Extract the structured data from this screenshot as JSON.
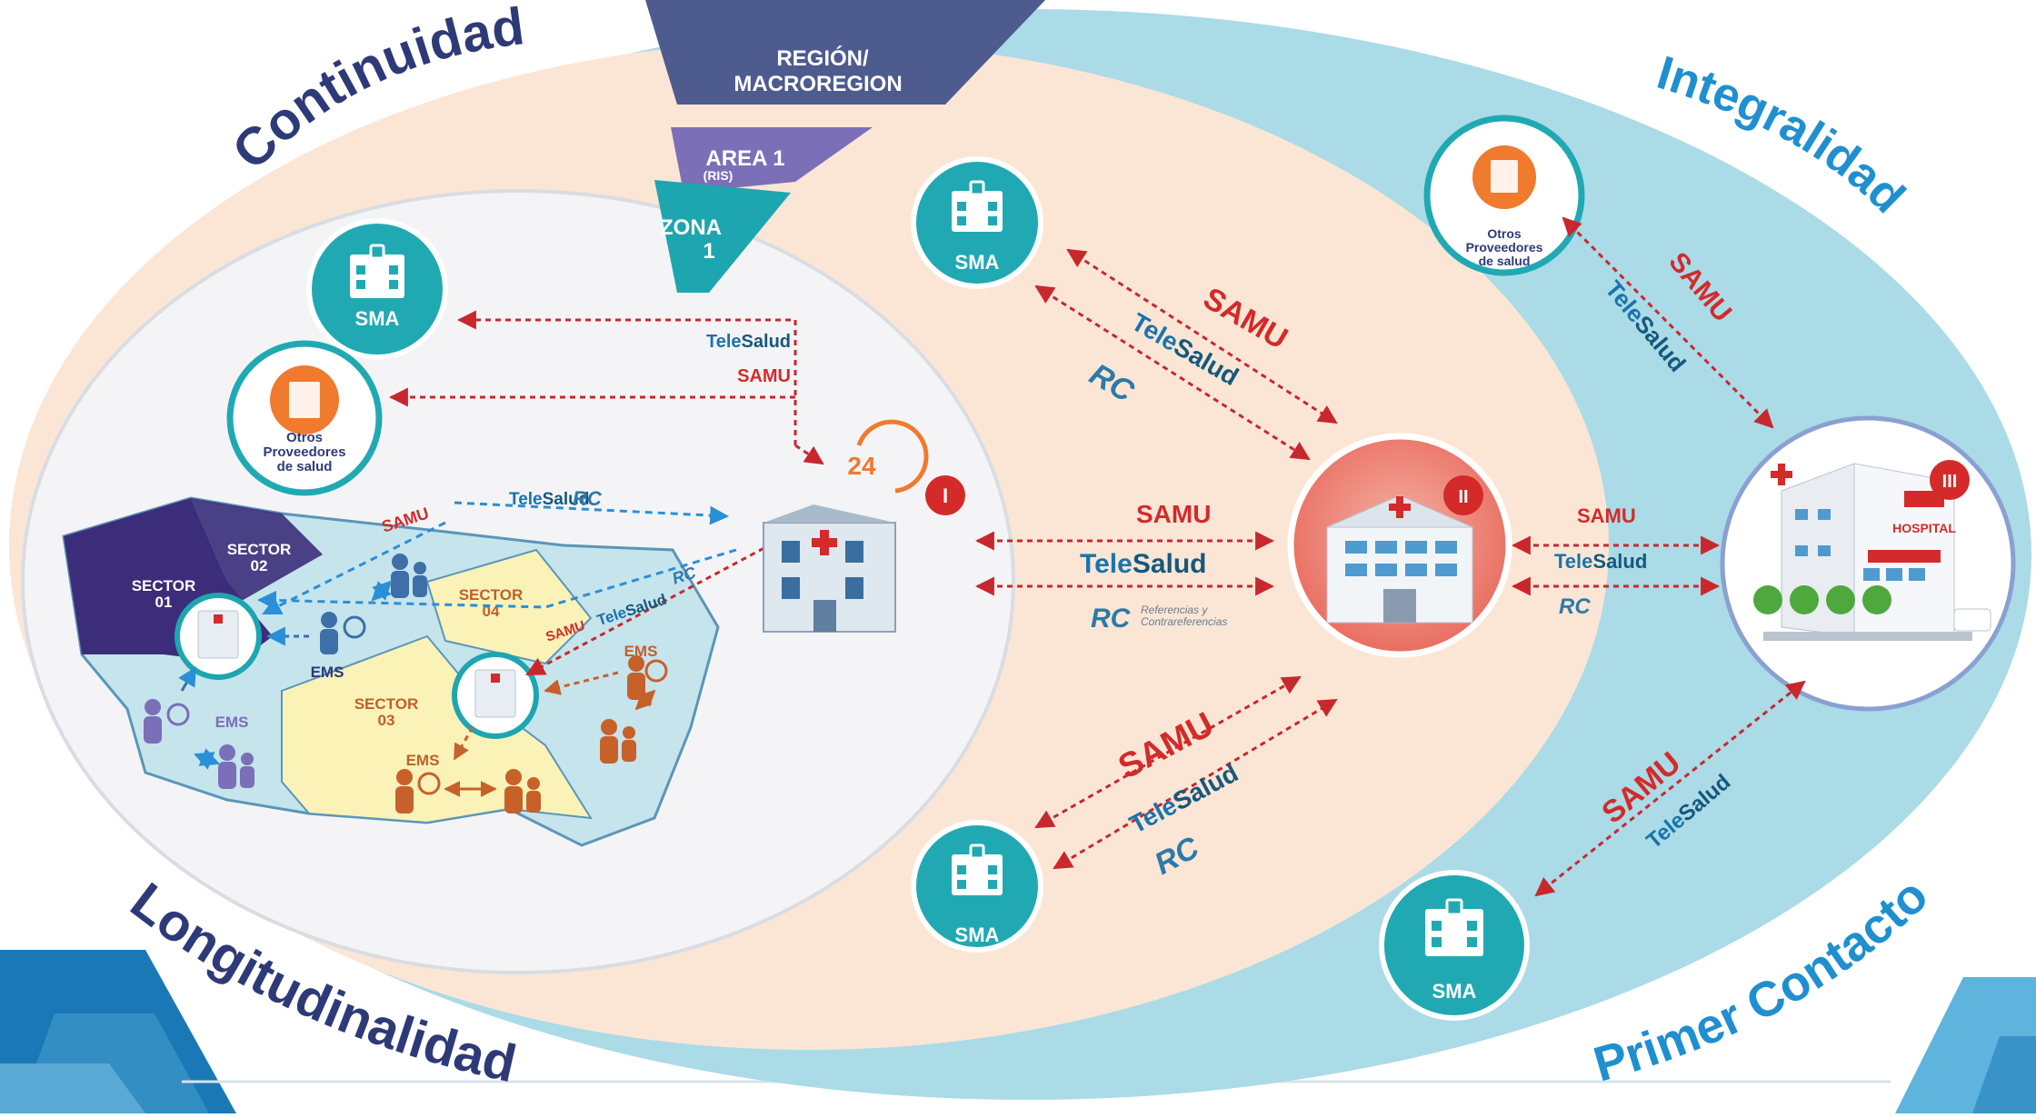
{
  "principles": {
    "continuidad": "Continuidad",
    "integralidad": "Integralidad",
    "longitudinalidad": "Longitudinalidad",
    "primer_contacto": "Primer Contacto"
  },
  "tiers": {
    "region_line1": "REGIÓN/",
    "region_line2": "MACROREGION",
    "area": "AREA 1",
    "area_sub": "(RIS)",
    "zona_line1": "ZONA",
    "zona_line2": "1"
  },
  "nodes": {
    "sma": "SMA",
    "otros_line1": "Otros",
    "otros_line2": "Proveedores",
    "otros_line3": "de salud",
    "level_1": "I",
    "level_2": "II",
    "level_3": "III",
    "hours": "24",
    "hospital_sign": "HOSPITAL"
  },
  "services": {
    "samu": "SAMU",
    "tele": "Tele",
    "salud": "Salud",
    "rc": "RC",
    "rc_line1": "Referencias y",
    "rc_line2": "Contrareferencias"
  },
  "sectors": {
    "s01_line1": "SECTOR",
    "s01_line2": "01",
    "s02_line1": "SECTOR",
    "s02_line2": "02",
    "s03_line1": "SECTOR",
    "s03_line2": "03",
    "s04_line1": "SECTOR",
    "s04_line2": "04",
    "ems": "EMS"
  },
  "colors": {
    "outer": "#aadbe6",
    "middle": "#fbe6d6",
    "inner": "#f4f4f6",
    "region": "#4d5b8e",
    "area": "#7b6fb8",
    "zona": "#1da6b0",
    "teal_node": "#21a9b3",
    "samu_red": "#d42a2a",
    "tele_blue": "#1a73ad",
    "title_navy": "#2e3a78",
    "title_cyan": "#1f8fd0"
  }
}
